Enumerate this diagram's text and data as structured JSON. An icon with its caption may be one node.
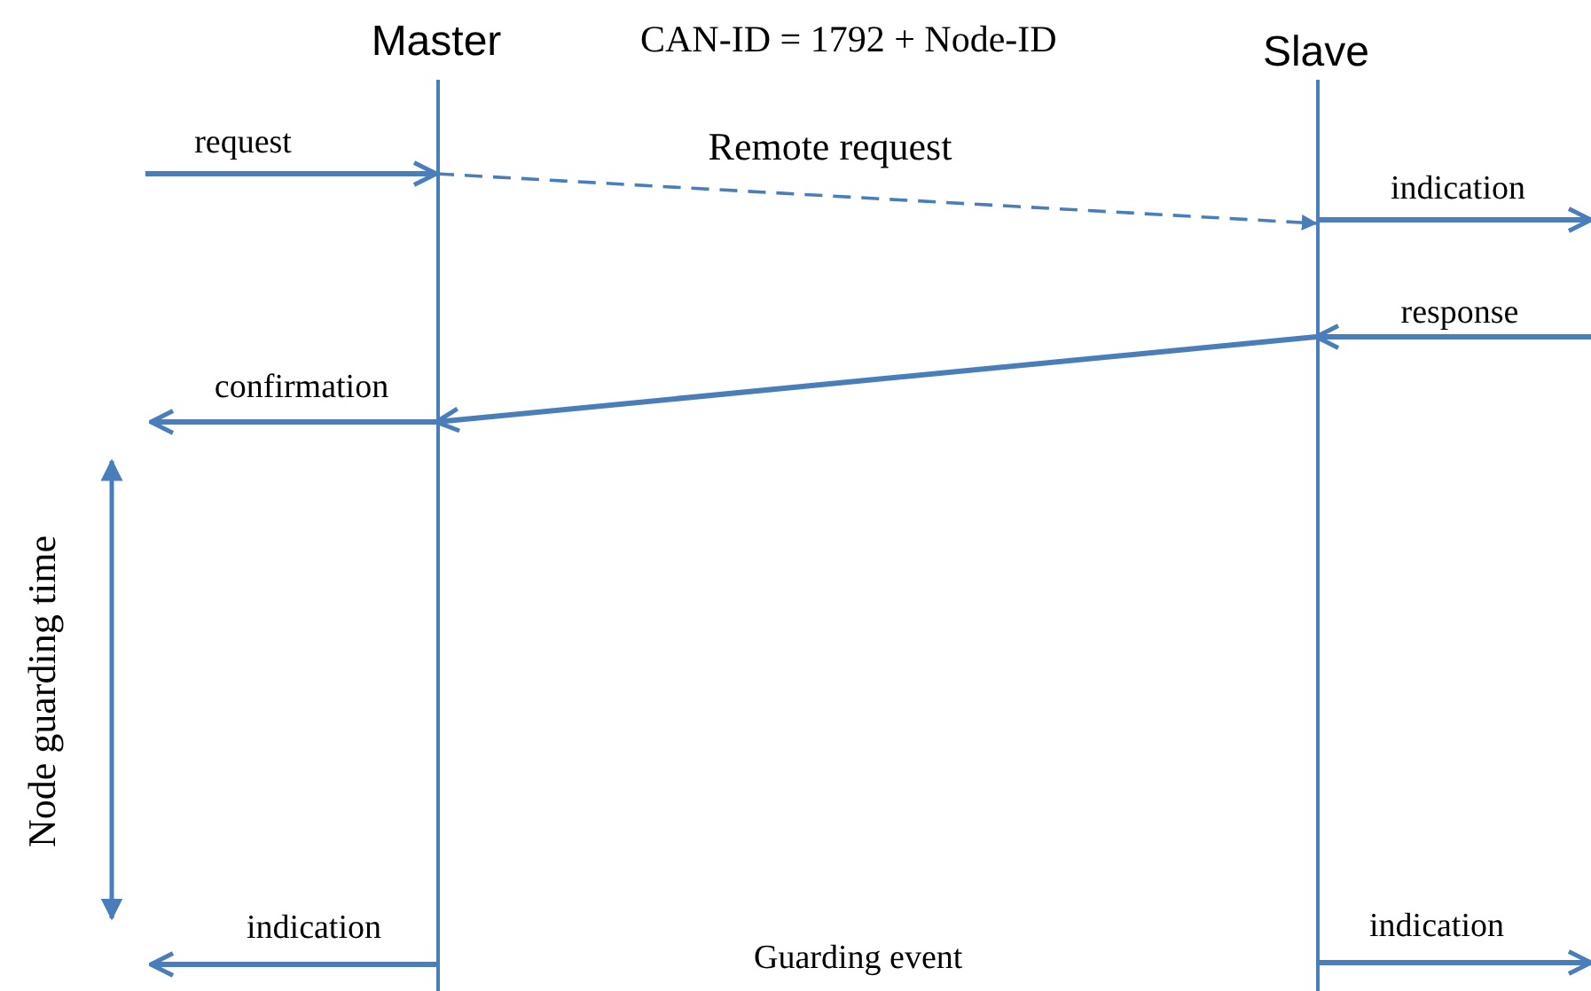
{
  "diagram": {
    "nodes": [
      {
        "text": [
          "Master"
        ]
      },
      {
        "text": [
          "Slave"
        ]
      }
    ],
    "edges": [
      {
        "from": null,
        "to": 0,
        "arrow": "to",
        "label": "request"
      },
      {
        "from": 0,
        "to": 1,
        "arrow": "to",
        "label": "Remote request",
        "style": "dashed"
      },
      {
        "from": 1,
        "to": null,
        "arrow": "to",
        "label": "indication"
      },
      {
        "from": null,
        "to": 1,
        "arrow": "to",
        "label": "response"
      },
      {
        "from": 1,
        "to": 0,
        "arrow": "to"
      },
      {
        "from": 0,
        "to": null,
        "arrow": "to",
        "label": "confirmation"
      },
      {
        "from": 0,
        "to": null,
        "arrow": "to",
        "label": "indication"
      },
      {
        "from": 1,
        "to": null,
        "arrow": "to",
        "label": "indication"
      }
    ],
    "labels": [
      "CAN-ID = 1792 + Node-ID",
      "Node guarding time",
      "Guarding event"
    ]
  }
}
